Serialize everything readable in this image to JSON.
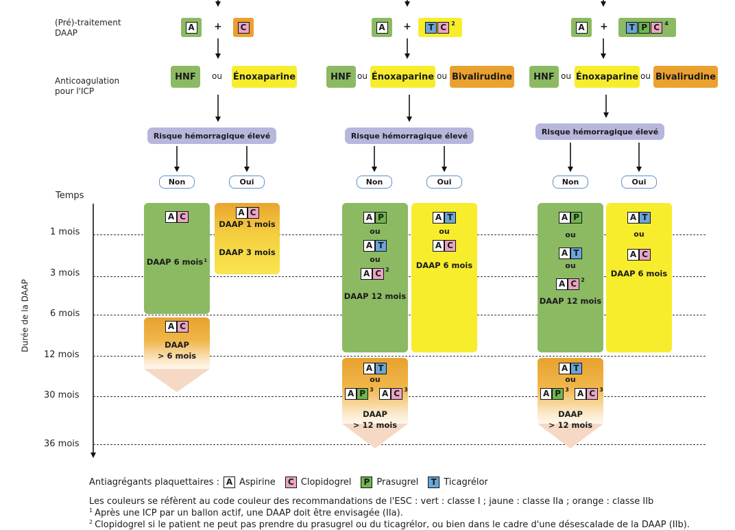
{
  "rows": {
    "pretraitement": "(Pré)-traitement DAAP",
    "anticoagulation": "Anticoagulation pour l'ICP"
  },
  "plus": "+",
  "ou": "ou",
  "sup": {
    "1": "1",
    "2": "2",
    "3": "3",
    "4": "4"
  },
  "anticoag": {
    "hnf": "HNF",
    "enox": "Énoxaparine",
    "biva": "Bivalirudine"
  },
  "risk": "Risque hémorragique élevé",
  "non": "Non",
  "oui": "Oui",
  "letters": {
    "A": "A",
    "C": "C",
    "P": "P",
    "T": "T"
  },
  "timeline": {
    "title": "Temps",
    "axis_label": "Durée de la DAAP",
    "ticks": [
      "1 mois",
      "3 mois",
      "6 mois",
      "12 mois",
      "30 mois",
      "36 mois"
    ]
  },
  "boxes": {
    "daap6_sup": "DAAP 6 mois",
    "daap1": "DAAP 1 mois",
    "daap3": "DAAP 3 mois",
    "daap_line1": "DAAP",
    "gt6": "> 6 mois",
    "daap12": "DAAP 12 mois",
    "daap6": "DAAP 6 mois",
    "gt12": "> 12 mois"
  },
  "legend": {
    "prefix": "Antiagrégants plaquettaires :",
    "aspirine": "Aspirine",
    "clopidogrel": "Clopidogrel",
    "prasugrel": "Prasugrel",
    "ticagrelor": "Ticagrélor"
  },
  "notes": {
    "colors": "Les couleurs se réfèrent au code couleur des recommandations de l'ESC : vert : classe I ; jaune : classe IIa ; orange : classe IIb",
    "note1": "Après une ICP par un ballon actif, une DAAP doit être envisagée (IIa).",
    "note2": "Clopidogrel si le patient ne peut pas prendre du prasugrel ou du ticagrélor, ou bien dans le cadre d'une désescalade de la DAAP (IIb)."
  }
}
